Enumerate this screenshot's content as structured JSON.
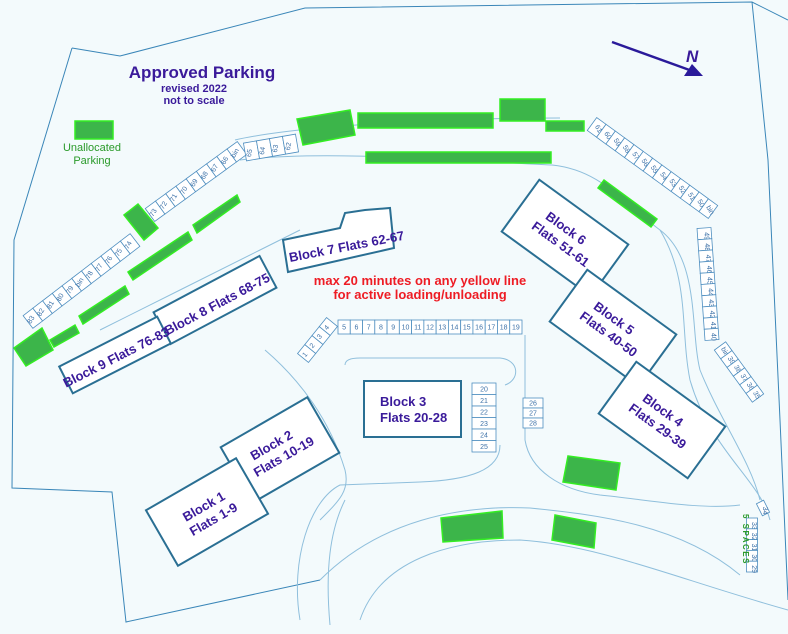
{
  "title": "Approved Parking",
  "subtitle_lines": [
    "revised 2022",
    "not to scale"
  ],
  "legend": {
    "label_lines": [
      "Unallocated",
      "Parking"
    ],
    "color": "#3cb54a"
  },
  "compass": {
    "label": "N",
    "icon": "north-arrow-icon"
  },
  "notice_lines": [
    "max 20 minutes on any yellow line",
    "for active loading/unloading"
  ],
  "notice_color": "#ee1c24",
  "blocks": [
    {
      "id": "block-1",
      "lines": [
        "Block 1",
        "Flats 1-9"
      ]
    },
    {
      "id": "block-2",
      "lines": [
        "Block 2",
        "Flats 10-19"
      ]
    },
    {
      "id": "block-3",
      "lines": [
        "Block 3",
        "Flats 20-28"
      ]
    },
    {
      "id": "block-4",
      "lines": [
        "Block 4",
        "Flats 29-39"
      ]
    },
    {
      "id": "block-5",
      "lines": [
        "Block 5",
        "Flats 40-50"
      ]
    },
    {
      "id": "block-6",
      "lines": [
        "Block 6",
        "Flats 51-61"
      ]
    },
    {
      "id": "block-7",
      "lines": [
        "Block 7 Flats 62-67"
      ]
    },
    {
      "id": "block-8",
      "lines": [
        "Block 8 Flats 68-75"
      ]
    },
    {
      "id": "block-9",
      "lines": [
        "Block 9 Flats 76-83"
      ]
    }
  ],
  "spaces": [
    [
      "83",
      "82",
      "81",
      "80",
      "79",
      "bin",
      "78",
      "77",
      "76",
      "75",
      "74"
    ],
    [
      "73",
      "72",
      "71",
      "70",
      "69",
      "68",
      "67",
      "66",
      "bin"
    ],
    [
      "65",
      "64",
      "63",
      "62"
    ],
    [
      "61",
      "60",
      "59",
      "58",
      "57",
      "56",
      "55",
      "54",
      "53",
      "52",
      "51",
      "50",
      "bin"
    ],
    [
      "49",
      "48",
      "47",
      "46",
      "45",
      "44",
      "43",
      "42",
      "41",
      "40"
    ],
    [
      "bin",
      "39",
      "38",
      "37",
      "36",
      "35"
    ],
    [
      "1",
      "2",
      "3",
      "4"
    ],
    [
      "5",
      "6",
      "7",
      "8",
      "9",
      "10",
      "11",
      "12",
      "13",
      "14",
      "15",
      "16",
      "17",
      "18",
      "19"
    ],
    [
      "20",
      "21",
      "22",
      "23",
      "24",
      "25"
    ],
    [
      "26",
      "27",
      "28"
    ],
    [
      "33",
      "32",
      "31",
      "30",
      "29"
    ],
    [
      "34"
    ]
  ],
  "five_spaces_label": "5 SPACES"
}
